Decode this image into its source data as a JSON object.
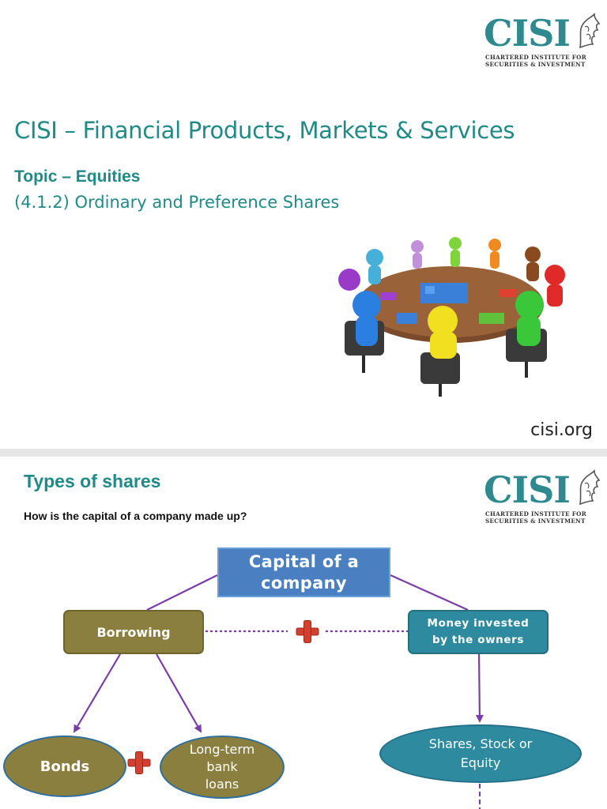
{
  "slide1": {
    "logo": {
      "word": "CISI",
      "sub_line1": "CHARTERED INSTITUTE FOR",
      "sub_line2": "SECURITIES & INVESTMENT"
    },
    "title": "CISI – Financial Products, Markets & Services",
    "topic": "Topic – Equities",
    "subtopic": "(4.1.2) Ordinary and Preference Shares",
    "site": "cisi.org",
    "illustration": "meeting-table-puzzle-figures"
  },
  "slide2": {
    "logo": {
      "word": "CISI",
      "sub_line1": "CHARTERED INSTITUTE FOR",
      "sub_line2": "SECURITIES & INVESTMENT"
    },
    "title": "Types of shares",
    "question": "How is the capital of a company made up?",
    "diagram": {
      "capital_line1": "Capital of a",
      "capital_line2": "company",
      "borrowing": "Borrowing",
      "money_line1": "Money invested",
      "money_line2": "by the owners",
      "bonds": "Bonds",
      "loans_line1": "Long-term",
      "loans_line2": "bank",
      "loans_line3": "loans",
      "equity_line1": "Shares, Stock or",
      "equity_line2": "Equity",
      "plus_symbol": "plus-icon"
    }
  },
  "colors": {
    "teal": "#1f8a86",
    "olive": "#8a7f3e",
    "blue_box": "#4a7fc1",
    "teal_box": "#2e8a9e",
    "arrow_purple": "#7a3ea6",
    "plus_red": "#d24030"
  }
}
